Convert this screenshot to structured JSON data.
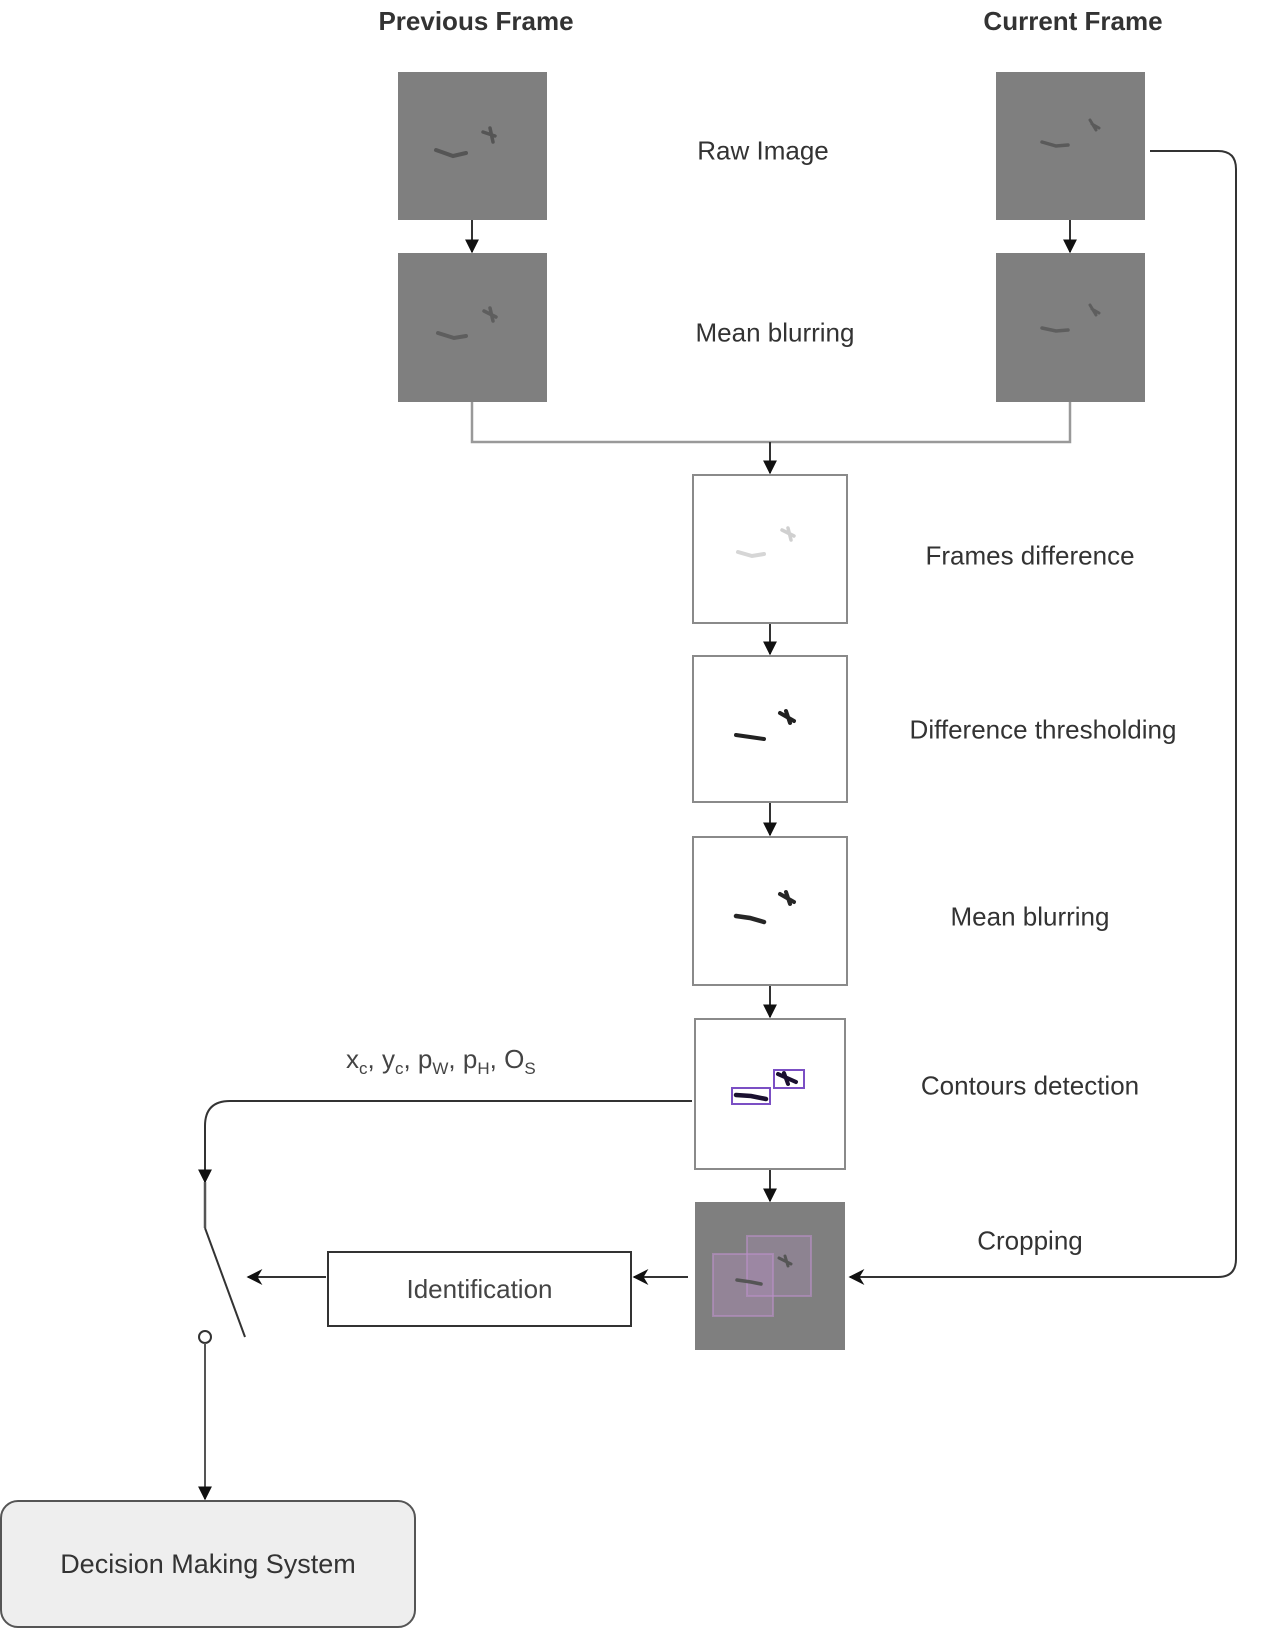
{
  "columns": {
    "previous_title": "Previous Frame",
    "current_title": "Current Frame"
  },
  "stages": {
    "raw_image": "Raw Image",
    "mean_blurring_1": "Mean blurring",
    "frames_difference": "Frames difference",
    "difference_thresholding": "Difference thresholding",
    "mean_blurring_2": "Mean blurring",
    "contours_detection": "Contours detection",
    "cropping": "Cropping"
  },
  "identification": "Identification",
  "decision_making": "Decision Making System",
  "contour_outputs": {
    "x": "x",
    "x_sub": "c",
    "y": "y",
    "y_sub": "c",
    "pw": "p",
    "pw_sub": "W",
    "ph": "p",
    "ph_sub": "H",
    "os": "O",
    "os_sub": "S",
    "sep": ", "
  },
  "colors": {
    "frame_gray": "#7f7f7f",
    "bbox_purple": "#7b4fc4",
    "line": "#333333",
    "dms_fill": "#eeeeee"
  }
}
